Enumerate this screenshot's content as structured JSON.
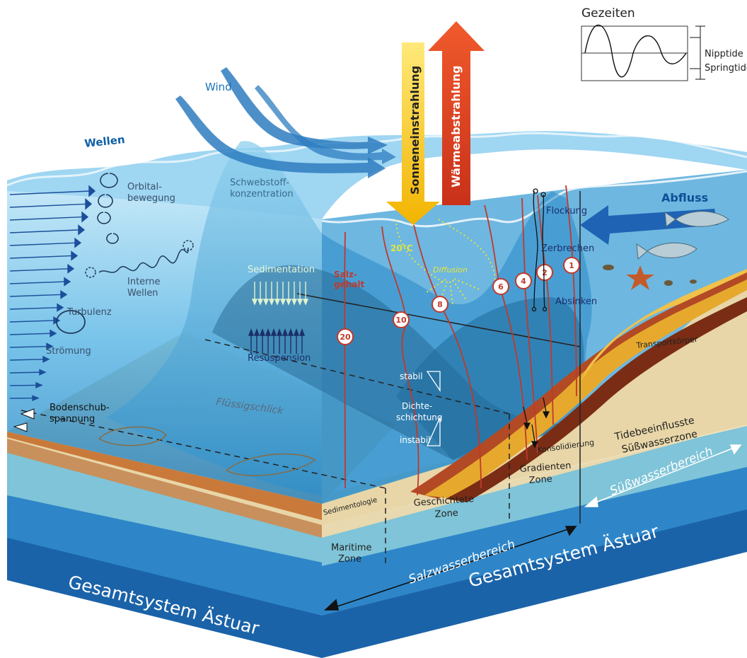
{
  "tide_box": {
    "title": "Gezeiten",
    "neap": "Nipptide",
    "spring": "Springtide"
  },
  "atmosphere": {
    "wind": "Wind",
    "waves": "Wellen",
    "sun": "Sonneneinstrahlung",
    "heat": "Wärmeabstrahlung",
    "runoff": "Abfluss"
  },
  "processes": {
    "orbital": [
      "Orbital-",
      "bewegung"
    ],
    "internal": [
      "Interne",
      "Wellen"
    ],
    "turbulence": "Turbulenz",
    "current": "Strömung",
    "bed_shear": [
      "Bodenschub-",
      "spannung"
    ],
    "suspended": [
      "Schwebstoff-",
      "konzentration"
    ],
    "sedimentation": "Sedimentation",
    "resuspension": "Resuspension",
    "fluid_mud": "Flüssigschlick",
    "salinity": [
      "Salz-",
      "gehalt"
    ],
    "temperature": "20°C",
    "diffusion": "Diffusion",
    "stable": "stabil",
    "stratification": [
      "Dichte-",
      "schichtung"
    ],
    "unstable": "instabil",
    "flocculation": "Flockung",
    "breakup": "Zerbrechen",
    "settling": "Absinken",
    "consolidation": "Konsolidierung",
    "transport_body": "Transportkörper",
    "sedimentology": "Sedimentologie"
  },
  "isohalines": [
    "20",
    "10",
    "8",
    "6",
    "4",
    "2",
    "1"
  ],
  "zones": {
    "maritime": [
      "Maritime",
      "Zone"
    ],
    "stratified": [
      "Geschichtete",
      "Zone"
    ],
    "gradient": [
      "Gradienten",
      "Zone"
    ],
    "tidal_fresh": [
      "Tidebeeinflusste",
      "Süßwasserzone"
    ]
  },
  "ranges": {
    "saltwater": "Salzwasserbereich",
    "freshwater": "Süßwasserbereich"
  },
  "system": {
    "front": "Gesamtsystem Ästuar",
    "side": "Gesamtsystem Ästuar"
  }
}
